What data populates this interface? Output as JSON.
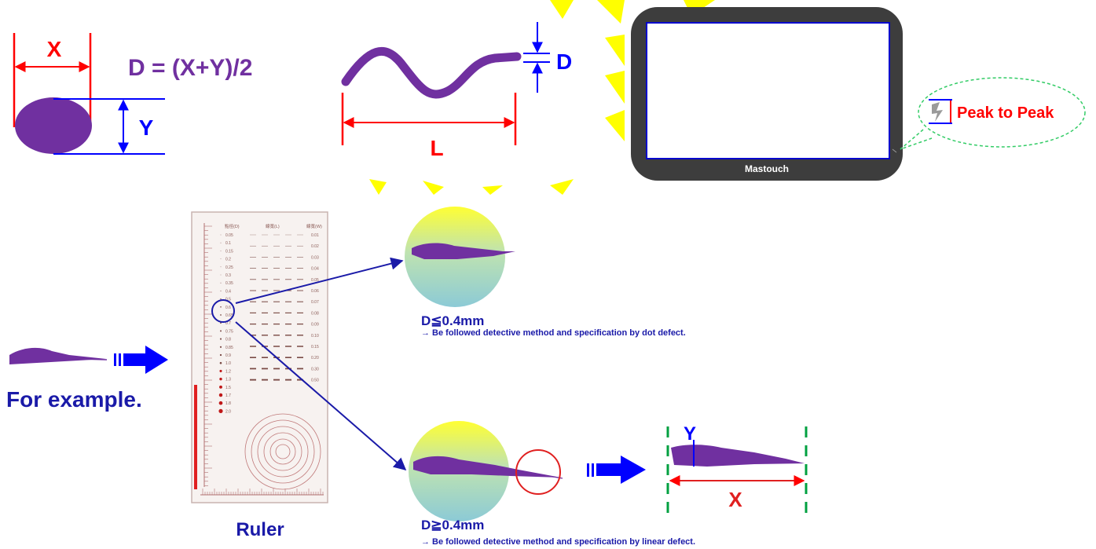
{
  "dot_panel": {
    "x_label": "X",
    "y_label": "Y",
    "formula": "D = (X+Y)/2"
  },
  "line_panel": {
    "d_label": "D",
    "l_label": "L"
  },
  "device": {
    "brand": "Mastouch",
    "callout": "Peak to Peak"
  },
  "ruler": {
    "caption": "Ruler",
    "col_headers": [
      "點徑(D)",
      "線寬(L)",
      "線寬(W)"
    ],
    "dot_values": [
      "0.05",
      "0.1",
      "0.15",
      "0.2",
      "0.25",
      "0.3",
      "0.35",
      "0.4",
      "0.5",
      "0.6",
      "0.65",
      "0.7",
      "0.75",
      "0.8",
      "0.85",
      "0.9",
      "1.0",
      "1.2",
      "1.3",
      "1.5",
      "1.7",
      "1.8",
      "2.0"
    ],
    "width_values": [
      "0.01",
      "0.02",
      "0.03",
      "0.04",
      "0.05",
      "0.06",
      "0.07",
      "0.08",
      "0.09",
      "0.10",
      "0.15",
      "0.20",
      "0.30",
      "0.50"
    ]
  },
  "example": {
    "label": "For example."
  },
  "dot_case": {
    "condition": "D≦0.4mm",
    "note": "→ Be followed detective method and specification by dot defect."
  },
  "linear_case": {
    "condition": "D≧0.4mm",
    "note": "→ Be followed detective method and specification by linear defect.",
    "y_label": "Y",
    "x_label": "X"
  },
  "colors": {
    "purple": "#7030a0",
    "red": "#ff0000",
    "blue": "#0000ff",
    "arrow_blue": "#0000cc",
    "yellow": "#ffff00",
    "green": "#00b050"
  }
}
